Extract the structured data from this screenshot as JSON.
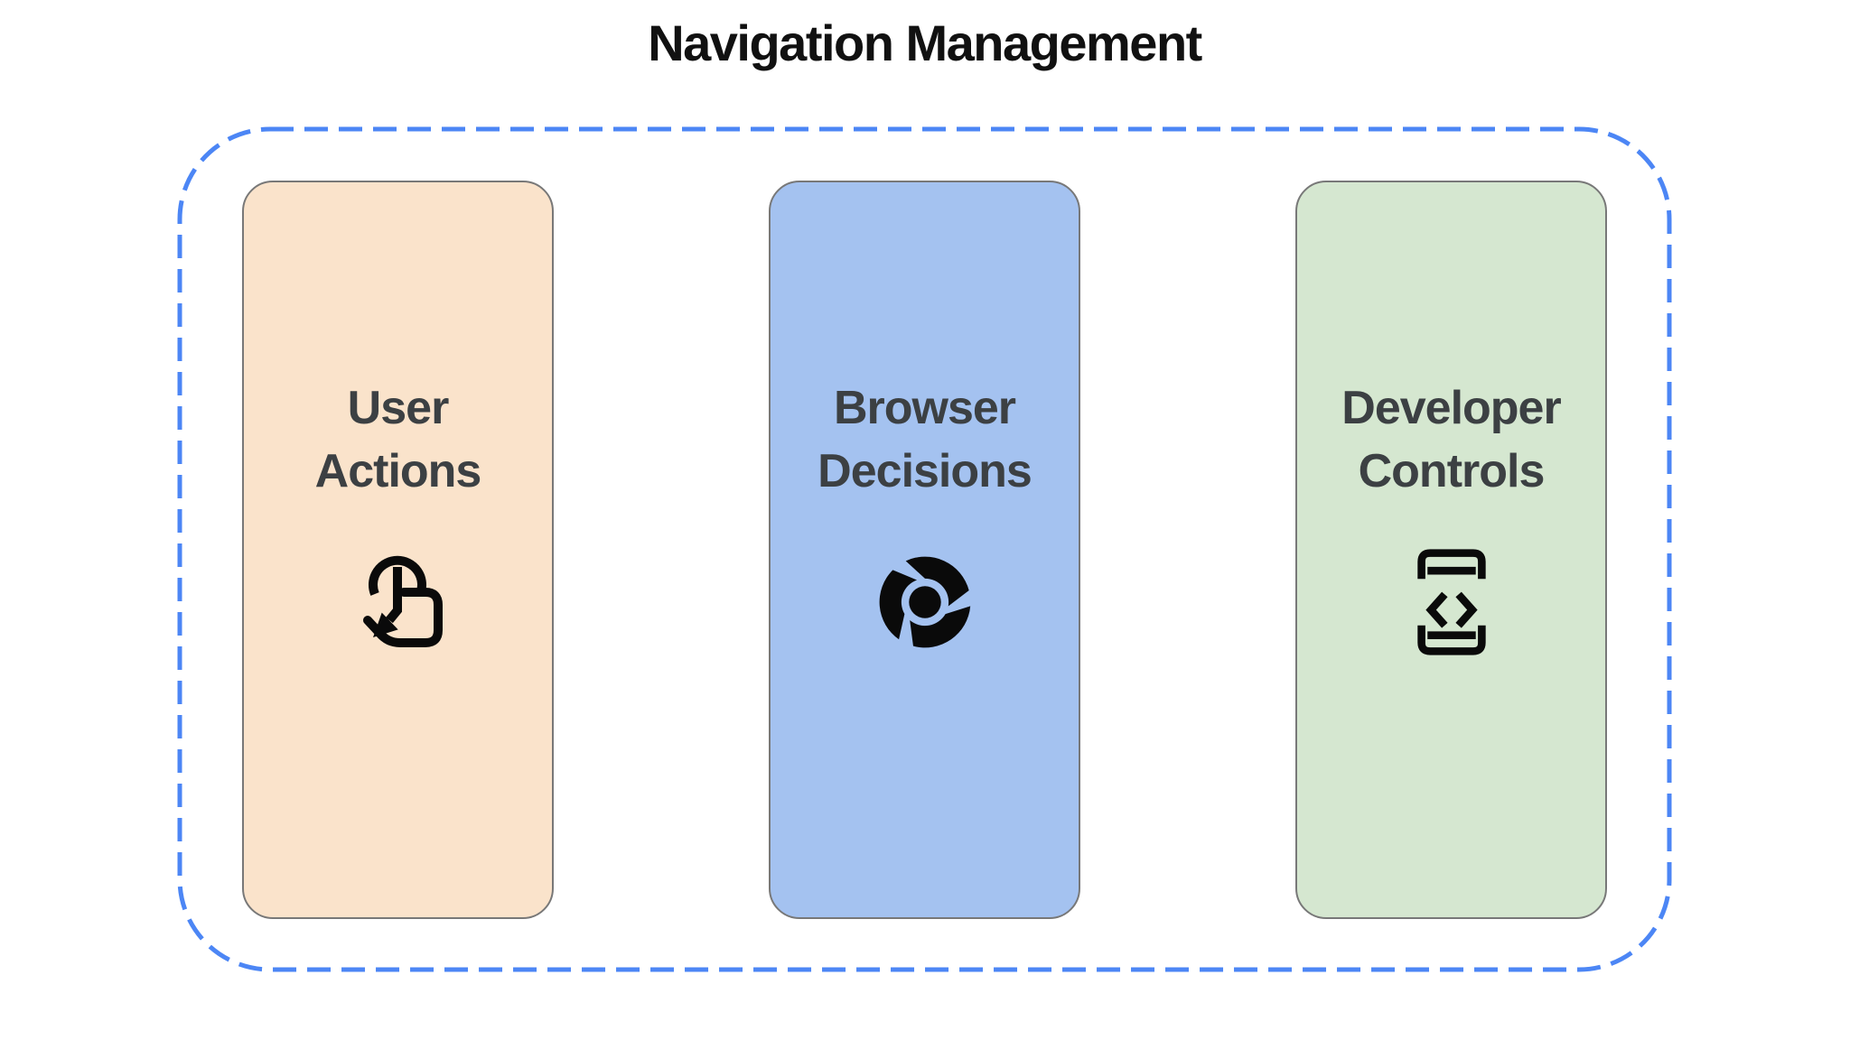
{
  "title": "Navigation Management",
  "colors": {
    "background": "#ffffff",
    "title_text": "#111111",
    "label_text": "#3C4043",
    "dashed_border": "#4C86F5",
    "card_border": "#787878",
    "icon": "#0a0a0a"
  },
  "cards": [
    {
      "label": "User\nActions",
      "icon": "touch-gesture-icon",
      "bg": "#FAE3CB"
    },
    {
      "label": "Browser\nDecisions",
      "icon": "chrome-icon",
      "bg": "#A4C2F0"
    },
    {
      "label": "Developer\nControls",
      "icon": "developer-mode-icon",
      "bg": "#D5E7D0"
    }
  ]
}
